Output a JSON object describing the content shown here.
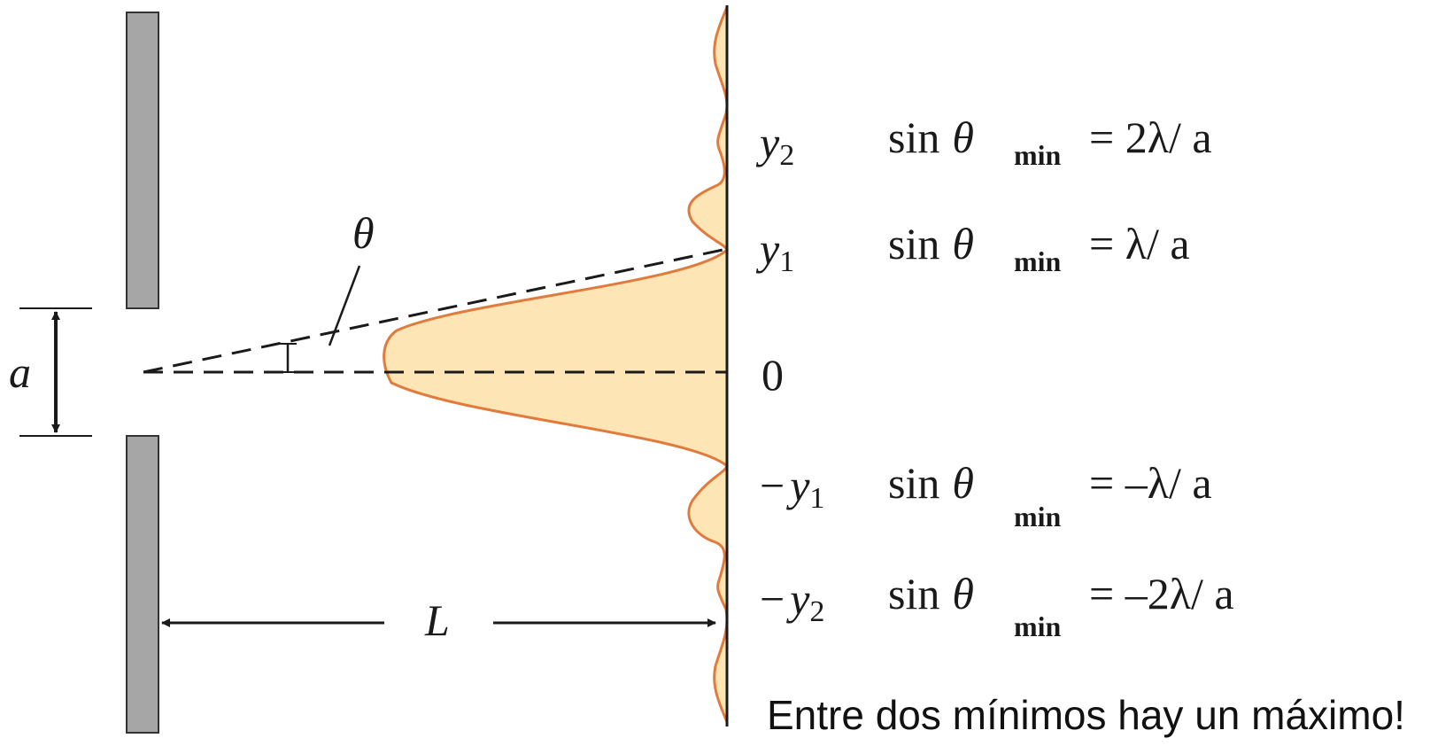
{
  "labels": {
    "slit_width": "a",
    "angle": "θ",
    "distance": "L",
    "center": "0",
    "y2": {
      "base": "y",
      "sub": "2"
    },
    "y1": {
      "base": "y",
      "sub": "1"
    },
    "neg_y1": {
      "minus": "−",
      "base": "y",
      "sub": "1"
    },
    "neg_y2": {
      "minus": "−",
      "base": "y",
      "sub": "2"
    }
  },
  "equations": {
    "common": {
      "func": "sin",
      "var": "θ",
      "sub": "min"
    },
    "eq_y2": "= 2λ/ a",
    "eq_y1": "= λ/ a",
    "eq_neg_y1": "= –λ/ a",
    "eq_neg_y2": "= –2λ/ a"
  },
  "note": "Entre dos mínimos hay un máximo!",
  "colors": {
    "wall": "#a6a6a6",
    "pattern_fill": "#fde5b5",
    "pattern_stroke": "#e07b3c",
    "line": "#1a1a1a"
  }
}
